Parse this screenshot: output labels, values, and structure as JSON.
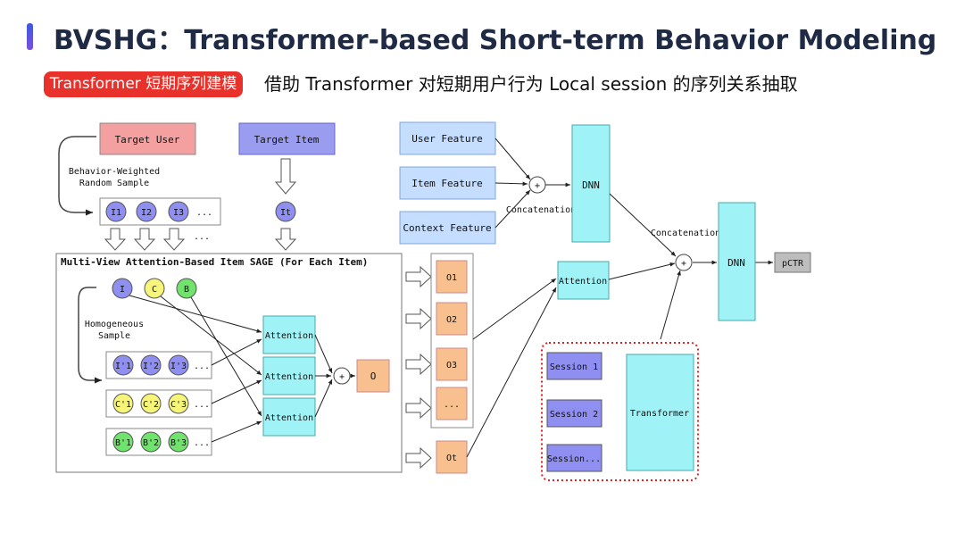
{
  "slide": {
    "title": "BVSHG：Transformer-based Short-term Behavior Modeling",
    "tag": "Transformer 短期序列建模",
    "subtitle": "借助 Transformer 对短期用户行为 Local session 的序列关系抽取"
  },
  "diagram": {
    "target_user": "Target User",
    "target_item": "Target Item",
    "sample_note_1": "Behavior-Weighted",
    "sample_note_2": "Random Sample",
    "items": [
      "I1",
      "I2",
      "I3",
      "..."
    ],
    "ellipsis_v": "...",
    "it": "It",
    "sage_title": "Multi-View Attention-Based Item SAGE (For Each Item)",
    "views": [
      "I",
      "C",
      "B"
    ],
    "homo_note_1": "Homogeneous",
    "homo_note_2": "Sample",
    "row_i": [
      "I'1",
      "I'2",
      "I'3",
      "..."
    ],
    "row_c": [
      "C'1",
      "C'2",
      "C'3",
      "..."
    ],
    "row_b": [
      "B'1",
      "B'2",
      "B'3",
      "..."
    ],
    "attention": "Attention",
    "plus": "+",
    "o": "O",
    "outputs": [
      "O1",
      "O2",
      "O3",
      "...",
      "Ot"
    ],
    "user_feature": "User Feature",
    "item_feature": "Item Feature",
    "context_feature": "Context Feature",
    "concat_1": "Concatenation",
    "dnn": "DNN",
    "concat_2": "Concatenation",
    "pctr": "pCTR",
    "sessions": [
      "Session 1",
      "Session 2",
      "Session..."
    ],
    "transformer": "Transformer"
  },
  "colors": {
    "accent": "#e8312a",
    "user_box": "#f4a0a0",
    "item_box": "#9a9cf0",
    "feature_box": "#c5ddff",
    "cyan": "#9ff2f5",
    "orange": "#f7c08e",
    "purple_node": "#8f8ff2",
    "yellow_node": "#f6f57a",
    "green_node": "#6fe36c",
    "pctr_box": "#bdbdbd"
  }
}
